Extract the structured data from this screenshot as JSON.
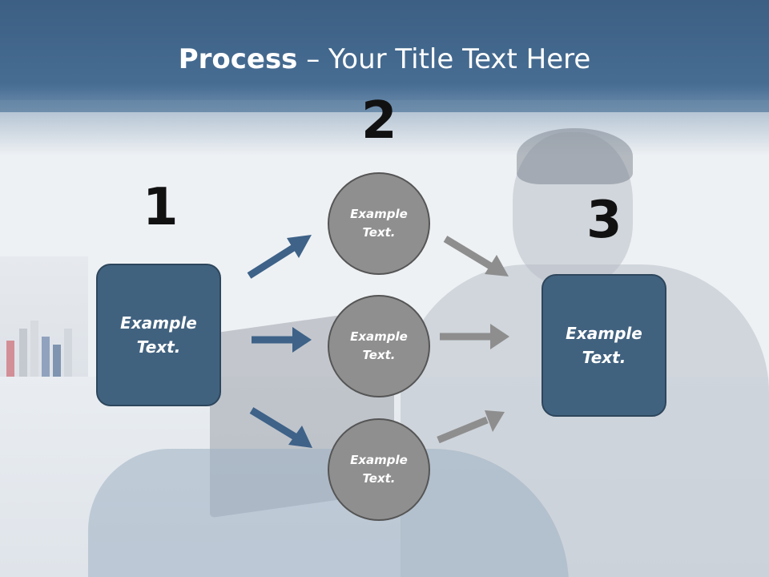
{
  "title": {
    "bold": "Process",
    "rest": " – Your Title Text Here"
  },
  "steps": [
    {
      "number": "1",
      "text": "Example Text."
    },
    {
      "number": "2",
      "nodes": [
        "Example Text.",
        "Example Text.",
        "Example Text."
      ]
    },
    {
      "number": "3",
      "text": "Example Text."
    }
  ],
  "colors": {
    "header": "#476d93",
    "box_fill": "#41627f",
    "circle_fill": "#8f8f8f",
    "blue_arrow": "#3e6288",
    "gray_arrow": "#8e8e8e"
  }
}
